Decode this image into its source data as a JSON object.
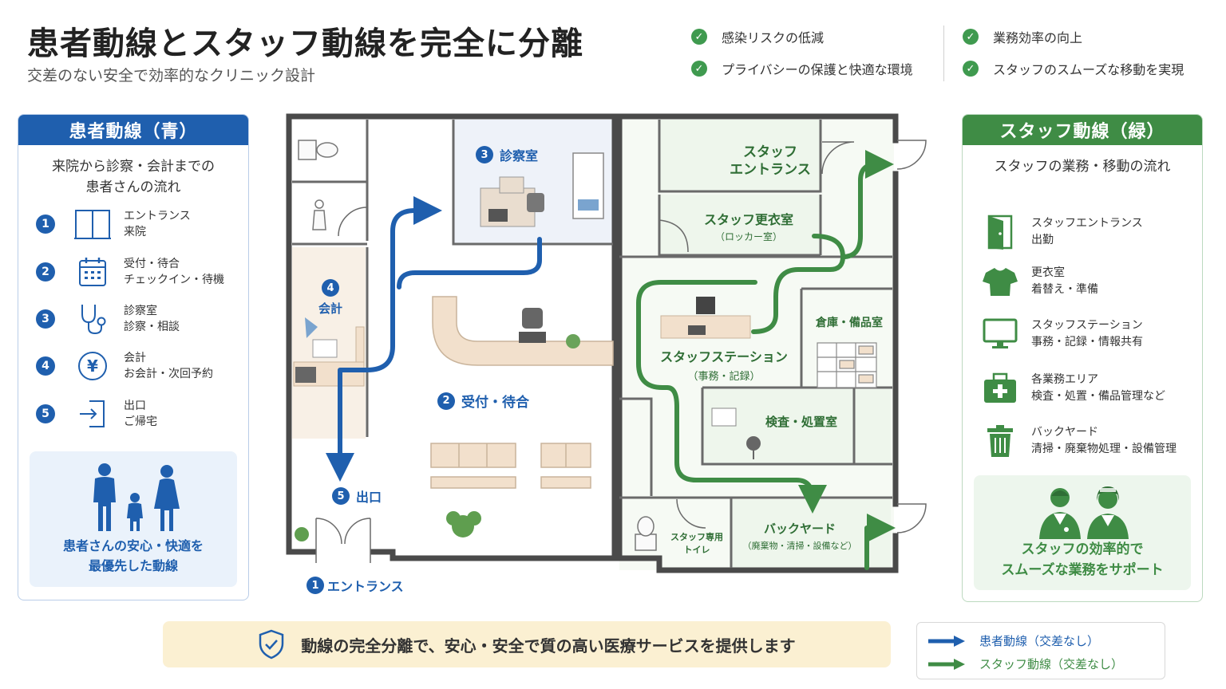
{
  "header": {
    "title": "患者動線とスタッフ動線を完全に分離",
    "subtitle": "交差のない安全で効率的なクリニック設計",
    "benefits": [
      "感染リスクの低減",
      "プライバシーの保護と快適な環境",
      "業務効率の向上",
      "スタッフのスムーズな移動を実現"
    ]
  },
  "patient_panel": {
    "heading": "患者動線（青）",
    "desc_line1": "来院から診察・会計までの",
    "desc_line2": "患者さんの流れ",
    "steps": [
      {
        "num": "1",
        "icon": "entrance-door-icon",
        "title": "エントランス",
        "sub": "来院"
      },
      {
        "num": "2",
        "icon": "calendar-icon",
        "title": "受付・待合",
        "sub": "チェックイン・待機"
      },
      {
        "num": "3",
        "icon": "stethoscope-icon",
        "title": "診察室",
        "sub": "診察・相談"
      },
      {
        "num": "4",
        "icon": "yen-icon",
        "title": "会計",
        "sub": "お会計・次回予約"
      },
      {
        "num": "5",
        "icon": "exit-icon",
        "title": "出口",
        "sub": "ご帰宅"
      }
    ],
    "message_line1": "患者さんの安心・快適を",
    "message_line2": "最優先した動線"
  },
  "staff_panel": {
    "heading": "スタッフ動線（緑）",
    "desc": "スタッフの業務・移動の流れ",
    "steps": [
      {
        "icon": "staff-door-icon",
        "title": "スタッフエントランス",
        "sub": "出勤"
      },
      {
        "icon": "shirt-icon",
        "title": "更衣室",
        "sub": "着替え・準備"
      },
      {
        "icon": "monitor-icon",
        "title": "スタッフステーション",
        "sub": "事務・記録・情報共有"
      },
      {
        "icon": "medical-kit-icon",
        "title": "各業務エリア",
        "sub": "検査・処置・備品管理など"
      },
      {
        "icon": "trash-icon",
        "title": "バックヤード",
        "sub": "清掃・廃棄物処理・設備管理"
      }
    ],
    "message_line1": "スタッフの効率的で",
    "message_line2": "スムーズな業務をサポート"
  },
  "floorplan": {
    "patient_labels": {
      "consult_num": "3",
      "consult": "診察室",
      "cashier_num": "4",
      "cashier": "会計",
      "reception_num": "2",
      "reception": "受付・待合",
      "exit_num": "5",
      "exit": "出口",
      "entrance_num": "1",
      "entrance": "エントランス"
    },
    "staff_labels": {
      "staff_entrance_line1": "スタッフ",
      "staff_entrance_line2": "エントランス",
      "locker": "スタッフ更衣室",
      "locker_sub": "（ロッカー室）",
      "storage": "倉庫・備品室",
      "station": "スタッフステーション",
      "station_sub": "（事務・記録）",
      "exam": "検査・処置室",
      "staff_toilet_line1": "スタッフ専用",
      "staff_toilet_line2": "トイレ",
      "backyard": "バックヤード",
      "backyard_sub": "（廃棄物・清掃・設備など）"
    }
  },
  "footer": {
    "message": "動線の完全分離で、安心・安全で質の高い医療サービスを提供します"
  },
  "legend": {
    "patient": "患者動線（交差なし）",
    "staff": "スタッフ動線（交差なし）"
  },
  "colors": {
    "patient_blue": "#1f5fae",
    "staff_green": "#3f8c45",
    "wall": "#4a4a4a"
  }
}
